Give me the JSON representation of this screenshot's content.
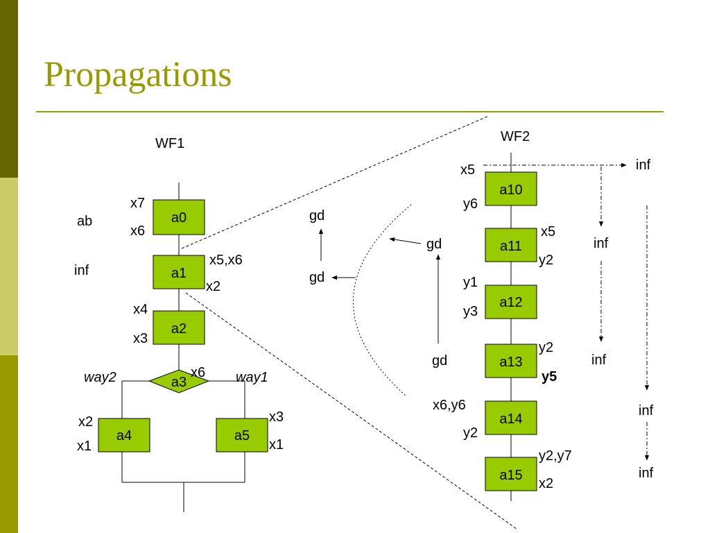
{
  "title": "Propagations",
  "wf1": {
    "label": "WF1",
    "side_labels": {
      "ab": "ab",
      "inf": "inf",
      "way2": "way2",
      "way1": "way1"
    },
    "activities": {
      "a0": "a0",
      "a1": "a1",
      "a2": "a2",
      "a3": "a3",
      "a4": "a4",
      "a5": "a5"
    },
    "vars": {
      "a0_in": "x7",
      "a0_out": "x6",
      "a1_in": "x5,x6",
      "a1_out": "x2",
      "a2_in": "x4",
      "a2_out": "x3",
      "a3_var": "x6",
      "a4_in": "x2",
      "a4_out": "x1",
      "a5_in": "x3",
      "a5_out": "x1"
    }
  },
  "middle": {
    "gd_top": "gd",
    "gd_left": "gd",
    "gd_right": "gd",
    "gd_bottom": "gd"
  },
  "wf2": {
    "label": "WF2",
    "activities": {
      "a10": "a10",
      "a11": "a11",
      "a12": "a12",
      "a13": "a13",
      "a14": "a14",
      "a15": "a15"
    },
    "vars": {
      "a10_in": "x5",
      "a10_out": "y6",
      "a11_in": "x5",
      "a11_out": "y2",
      "a12_in": "y1",
      "a12_out": "y3",
      "a13_in": "y2",
      "a13_out": "y5",
      "a14_in": "x6,y6",
      "a14_out": "y2",
      "a15_in": "y2,y7",
      "a15_out": "x2"
    },
    "inf_labels": [
      "inf",
      "inf",
      "inf",
      "inf",
      "inf"
    ]
  }
}
